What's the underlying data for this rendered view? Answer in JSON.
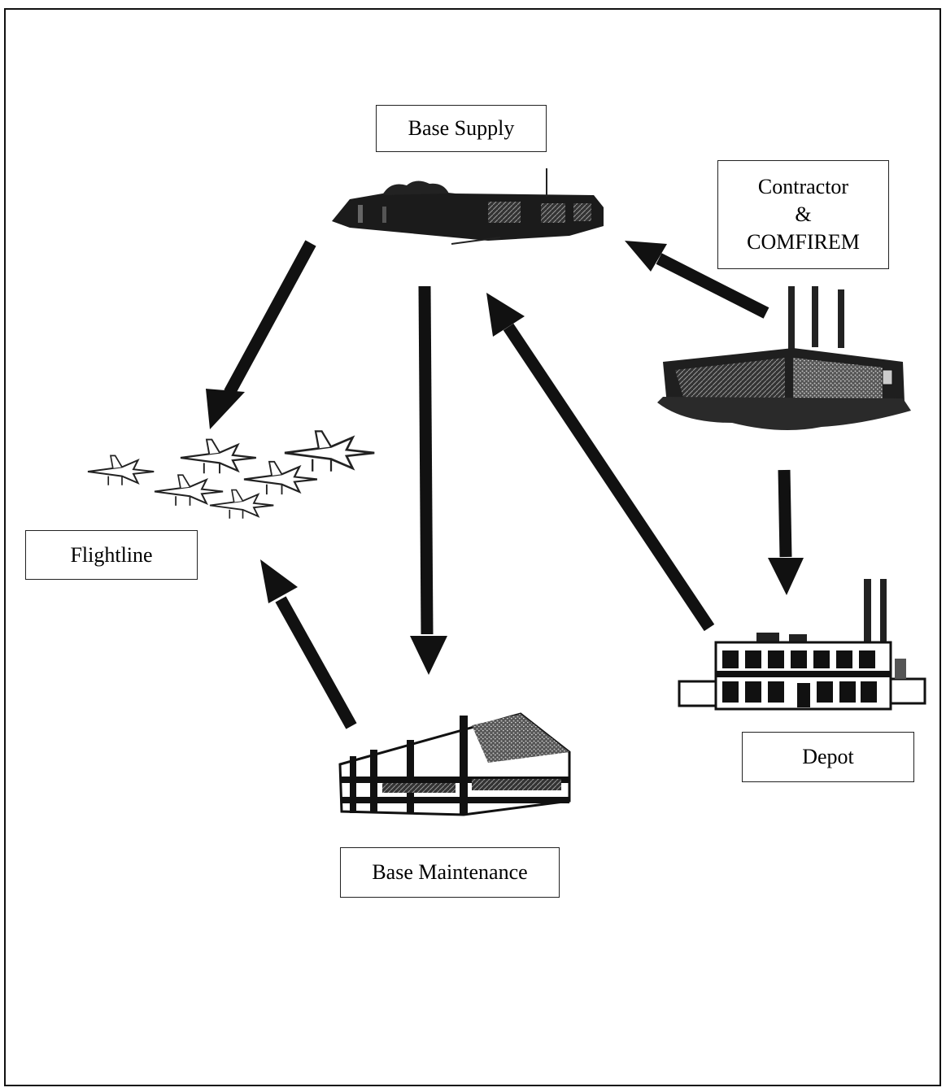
{
  "nodes": {
    "base_supply": "Base Supply",
    "contractor": [
      "Contractor",
      "&",
      "COMFIREM"
    ],
    "flightline": "Flightline",
    "depot": "Depot",
    "base_maintenance": "Base Maintenance"
  },
  "edges": [
    {
      "from": "Base Supply",
      "to": "Flightline"
    },
    {
      "from": "Base Supply",
      "to": "Base Maintenance"
    },
    {
      "from": "Base Maintenance",
      "to": "Flightline"
    },
    {
      "from": "Depot",
      "to": "Base Supply"
    },
    {
      "from": "Contractor & COMFIREM",
      "to": "Base Supply"
    },
    {
      "from": "Contractor & COMFIREM",
      "to": "Depot"
    }
  ],
  "icons": {
    "base_supply": "warehouse-icon",
    "contractor": "factory-icon",
    "flightline": "jet-formation-icon",
    "depot": "depot-building-icon",
    "base_maintenance": "office-building-icon"
  },
  "colors": {
    "ink": "#111111",
    "background": "#ffffff"
  }
}
